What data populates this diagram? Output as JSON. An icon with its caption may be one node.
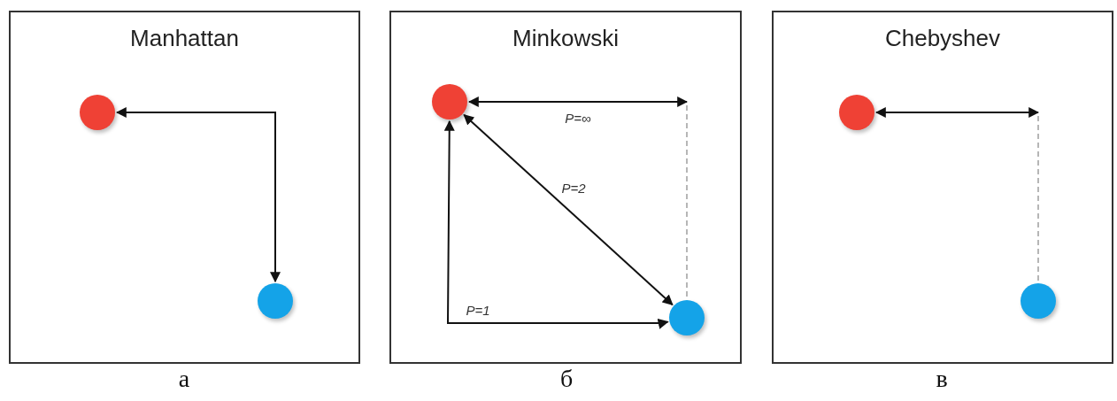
{
  "diagram": {
    "nodes": [
      {
        "text": [
          "Manhattan"
        ],
        "beside": [
          "а"
        ]
      },
      {
        "text": [],
        "shape": "circle",
        "in": 0
      },
      {
        "text": [],
        "shape": "circle",
        "in": 0
      },
      {
        "text": [
          "Minkowski"
        ],
        "beside": [
          "б"
        ]
      },
      {
        "text": [],
        "shape": "circle",
        "in": 3
      },
      {
        "text": [],
        "shape": "circle",
        "in": 3
      },
      {
        "text": [
          "Chebyshev"
        ],
        "beside": [
          "в"
        ]
      },
      {
        "text": [],
        "shape": "circle",
        "in": 6
      },
      {
        "text": [],
        "shape": "circle",
        "in": 6
      }
    ],
    "edges": [
      {
        "from": 2,
        "to": 1,
        "arrow": "both"
      },
      {
        "from": 4,
        "to": null,
        "arrow": "both",
        "label": "P=∞"
      },
      {
        "from": null,
        "to": 5,
        "arrow": "none",
        "style": "dashed",
        "color": "#9e9e9e"
      },
      {
        "from": 4,
        "to": 5,
        "arrow": "both",
        "label": "P=2"
      },
      {
        "from": 4,
        "to": 5,
        "arrow": "both",
        "label": "P=1"
      },
      {
        "from": 7,
        "to": null,
        "arrow": "both"
      },
      {
        "from": null,
        "to": 8,
        "arrow": "none",
        "style": "dashed",
        "color": "#9e9e9e"
      }
    ]
  }
}
